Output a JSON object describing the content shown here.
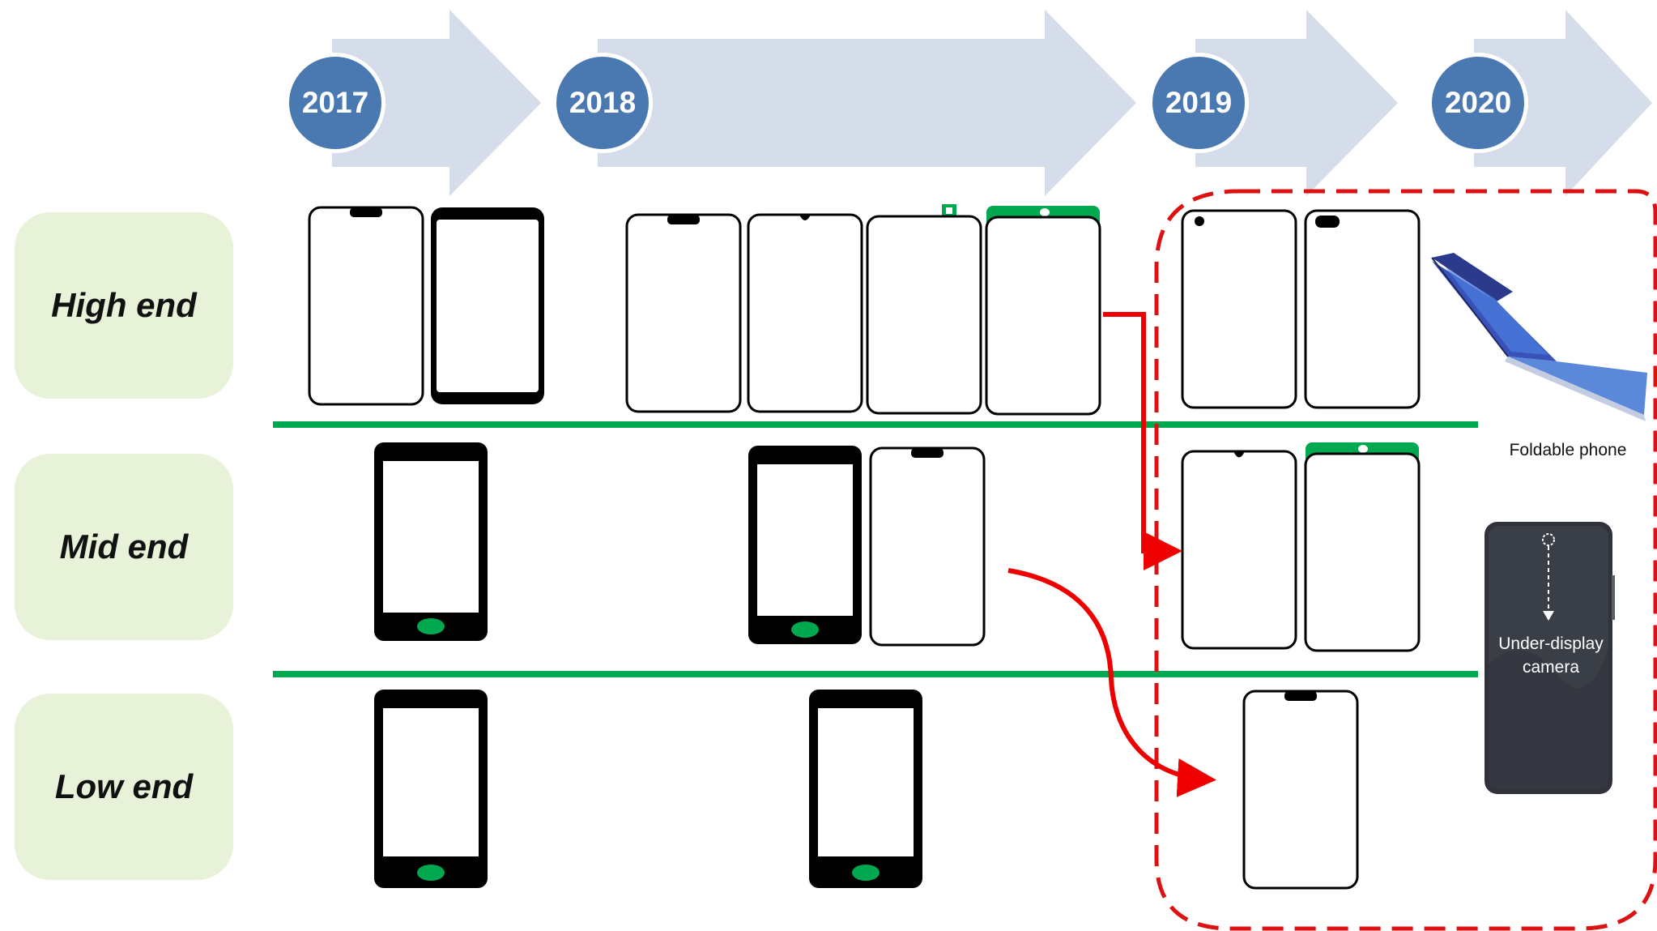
{
  "timeline": {
    "years": [
      "2017",
      "2018",
      "2019",
      "2020"
    ]
  },
  "tiers": {
    "high": "High end",
    "mid": "Mid end",
    "low": "Low end"
  },
  "labels": {
    "foldable": "Foldable phone",
    "under_display": "Under-display camera"
  },
  "colors": {
    "arrow": "#d5dcea",
    "year_circle": "#4a78b0",
    "tier_box": "#e8f2d8",
    "divider": "#00a850",
    "popup_bar": "#00a850",
    "migration_arrow": "#ee0000",
    "highlight_border": "#dd1111",
    "home_button": "#00a850"
  },
  "phones": [
    {
      "year": "2017",
      "tier": "High end",
      "design": "notch"
    },
    {
      "year": "2017",
      "tier": "High end",
      "design": "thin bezels"
    },
    {
      "year": "2018",
      "tier": "High end",
      "design": "notch"
    },
    {
      "year": "2018",
      "tier": "High end",
      "design": "waterdrop notch"
    },
    {
      "year": "2018",
      "tier": "High end",
      "design": "pop-up camera"
    },
    {
      "year": "2018",
      "tier": "High end",
      "design": "slider camera"
    },
    {
      "year": "2019",
      "tier": "High end",
      "design": "punch-hole"
    },
    {
      "year": "2019",
      "tier": "High end",
      "design": "dual punch-hole"
    },
    {
      "year": "2020",
      "tier": "High end",
      "design": "foldable"
    },
    {
      "year": "2017",
      "tier": "Mid end",
      "design": "home button"
    },
    {
      "year": "2018",
      "tier": "Mid end",
      "design": "home button"
    },
    {
      "year": "2018",
      "tier": "Mid end",
      "design": "notch"
    },
    {
      "year": "2019",
      "tier": "Mid end",
      "design": "waterdrop notch"
    },
    {
      "year": "2019",
      "tier": "Mid end",
      "design": "slider camera"
    },
    {
      "year": "2020",
      "tier": "Mid end",
      "design": "under-display camera"
    },
    {
      "year": "2017",
      "tier": "Low end",
      "design": "home button"
    },
    {
      "year": "2018",
      "tier": "Low end",
      "design": "home button"
    },
    {
      "year": "2019",
      "tier": "Low end",
      "design": "notch"
    }
  ],
  "migrations": [
    {
      "from": "2018 High end slider camera",
      "to": "2019 Mid end"
    },
    {
      "from": "2018 Mid end notch",
      "to": "2019 Low end"
    }
  ]
}
